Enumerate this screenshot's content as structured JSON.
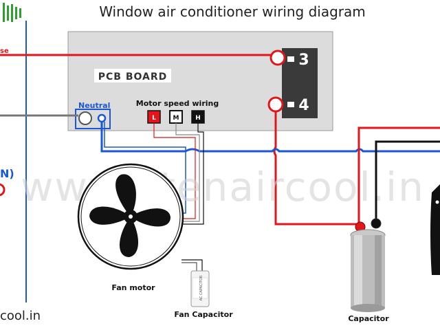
{
  "title": "Window air conditioner wiring diagram",
  "pcb_label": "PCB BOARD",
  "terminal_3": "3",
  "terminal_4": "4",
  "neutral_label": "Neutral",
  "motor_speed_label": "Motor speed wiring",
  "speed_terminals": [
    "L",
    "M",
    "H"
  ],
  "fan_motor_label": "Fan motor",
  "fan_capacitor_label": "Fan Capacitor",
  "fan_capacitor_print": "AC CAPACITOR",
  "capacitor_label": "Capacitor",
  "watermark": "www.btenaircool.in",
  "site_partial": "cool.in",
  "left_partial_top": "se",
  "left_partial_n": "N)",
  "colors": {
    "live_wire": "#e0161b",
    "neutral_wire": "#1a56d6",
    "black_wire": "#111111",
    "pcb_fill": "#dcdcdc",
    "brand_green": "#2e9e2e"
  }
}
